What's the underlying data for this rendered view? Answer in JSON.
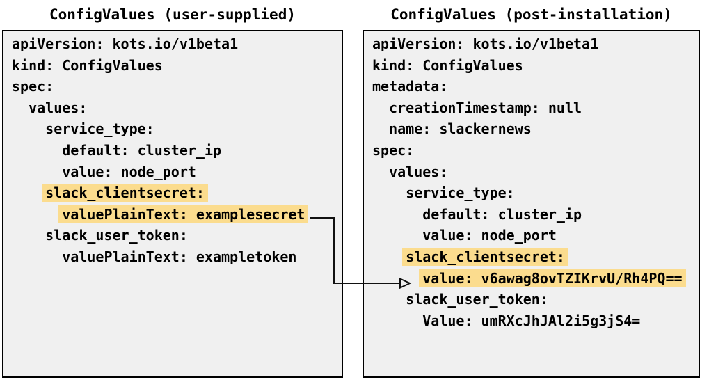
{
  "colors": {
    "panel_bg": "#f0f0f0",
    "panel_border": "#000000",
    "highlight": "#fbdc8e",
    "text": "#000000",
    "arrow": "#111111"
  },
  "left_panel": {
    "title": "ConfigValues (user-supplied)",
    "lines": [
      {
        "indent": 0,
        "text": "apiVersion: kots.io/v1beta1",
        "highlight": false
      },
      {
        "indent": 0,
        "text": "kind: ConfigValues",
        "highlight": false
      },
      {
        "indent": 0,
        "text": "spec:",
        "highlight": false
      },
      {
        "indent": 2,
        "text": "values:",
        "highlight": false
      },
      {
        "indent": 4,
        "text": "service_type:",
        "highlight": false
      },
      {
        "indent": 6,
        "text": "default: cluster_ip",
        "highlight": false
      },
      {
        "indent": 6,
        "text": "value: node_port",
        "highlight": false
      },
      {
        "indent": 4,
        "text": "slack_clientsecret:",
        "highlight": true
      },
      {
        "indent": 6,
        "text": "valuePlainText: examplesecret",
        "highlight": true
      },
      {
        "indent": 4,
        "text": "slack_user_token:",
        "highlight": false
      },
      {
        "indent": 6,
        "text": "valuePlainText: exampletoken",
        "highlight": false
      }
    ]
  },
  "right_panel": {
    "title": "ConfigValues (post-installation)",
    "lines": [
      {
        "indent": 0,
        "text": "apiVersion: kots.io/v1beta1",
        "highlight": false
      },
      {
        "indent": 0,
        "text": "kind: ConfigValues",
        "highlight": false
      },
      {
        "indent": 0,
        "text": "metadata:",
        "highlight": false
      },
      {
        "indent": 2,
        "text": "creationTimestamp: null",
        "highlight": false
      },
      {
        "indent": 2,
        "text": "name: slackernews",
        "highlight": false
      },
      {
        "indent": 0,
        "text": "spec:",
        "highlight": false
      },
      {
        "indent": 2,
        "text": "values:",
        "highlight": false
      },
      {
        "indent": 4,
        "text": "service_type:",
        "highlight": false
      },
      {
        "indent": 6,
        "text": "default: cluster_ip",
        "highlight": false
      },
      {
        "indent": 6,
        "text": "value: node_port",
        "highlight": false
      },
      {
        "indent": 4,
        "text": "slack_clientsecret:",
        "highlight": true
      },
      {
        "indent": 6,
        "text": "value: v6awag8ovTZIKrvU/Rh4PQ==",
        "highlight": true
      },
      {
        "indent": 4,
        "text": "slack_user_token:",
        "highlight": false
      },
      {
        "indent": 6,
        "text": "Value: umRXcJhJAl2i5g3jS4=",
        "highlight": false
      }
    ]
  },
  "connector": {
    "from": "valuePlainText: examplesecret",
    "to": "value: v6awag8ovTZIKrvU/Rh4PQ=="
  }
}
